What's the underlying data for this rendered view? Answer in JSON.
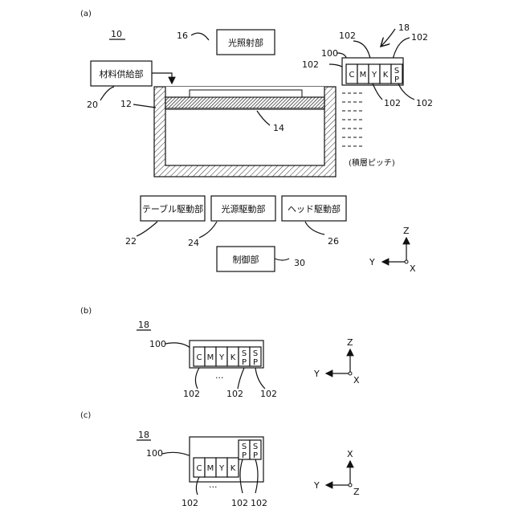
{
  "panel_a": {
    "label": "(a)",
    "ref_device": "10",
    "light_unit": "光照射部",
    "light_unit_ref": "16",
    "material_unit": "材料供給部",
    "material_unit_ref": "20",
    "tank_ref": "12",
    "layer_ref": "14",
    "pitch_label": "(積層ピッチ)",
    "head": {
      "ref": "18",
      "body_ref": "100",
      "nozzle_ref": "102",
      "cells": [
        "C",
        "M",
        "Y",
        "K",
        "S",
        "P"
      ]
    },
    "table_drive": "テーブル駆動部",
    "table_drive_ref": "22",
    "light_drive": "光源駆動部",
    "light_drive_ref": "24",
    "head_drive": "ヘッド駆動部",
    "head_drive_ref": "26",
    "control": "制御部",
    "control_ref": "30",
    "axes": {
      "up": "Z",
      "left": "Y",
      "center": "X"
    }
  },
  "panel_b": {
    "label": "(b)",
    "ref": "18",
    "body_ref": "100",
    "nozzle_ref": "102",
    "ellipsis": "···",
    "axes": {
      "up": "Z",
      "left": "Y",
      "center": "X"
    }
  },
  "panel_c": {
    "label": "(c)",
    "ref": "18",
    "body_ref": "100",
    "nozzle_ref": "102",
    "ellipsis": "···",
    "axes": {
      "up": "X",
      "left": "Y",
      "center": "Z"
    }
  }
}
